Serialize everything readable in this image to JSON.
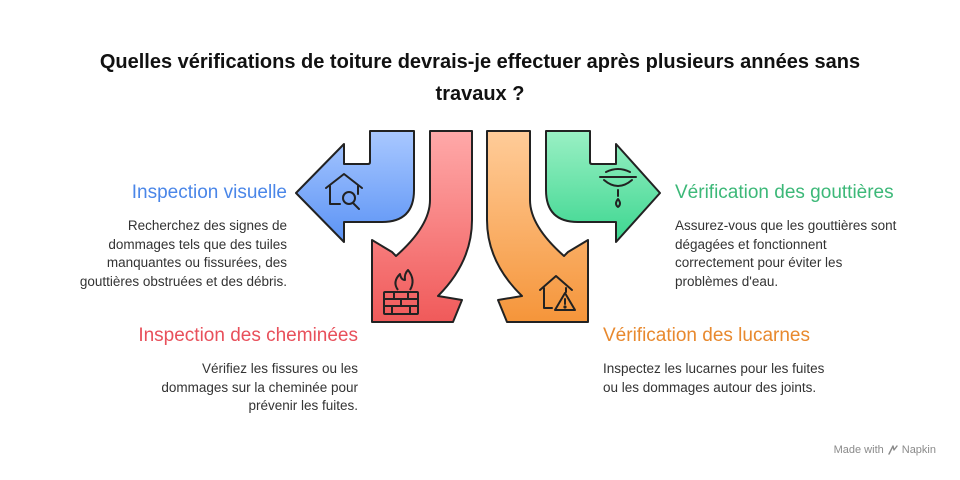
{
  "title": {
    "line1": "Quelles vérifications de toiture devrais-je effectuer après plusieurs années sans",
    "line2": "travaux ?"
  },
  "steps": [
    {
      "heading": "Inspection visuelle",
      "color": "#4a86e8",
      "icon": "house-magnifier-icon",
      "lines": [
        "Recherchez des signes de",
        "dommages tels que des tuiles",
        "manquantes ou fissurées, des",
        "gouttières obstruées et des débris."
      ]
    },
    {
      "heading": "Inspection des cheminées",
      "color": "#e8505b",
      "icon": "chimney-fire-icon",
      "lines": [
        "Vérifiez les fissures ou les",
        "dommages sur la cheminée pour",
        "prévenir les fuites."
      ]
    },
    {
      "heading": "Vérification des lucarnes",
      "color": "#e8892e",
      "icon": "house-warning-icon",
      "lines": [
        "Inspectez les lucarnes pour les fuites",
        "ou les dommages autour des joints."
      ]
    },
    {
      "heading": "Vérification des gouttières",
      "color": "#3cb878",
      "icon": "gutter-drip-icon",
      "lines": [
        "Assurez-vous que les gouttières sont",
        "dégagées et fonctionnent",
        "correctement pour éviter les",
        "problèmes d'eau."
      ]
    }
  ],
  "footer": {
    "made_with": "Made with",
    "brand": "Napkin"
  }
}
